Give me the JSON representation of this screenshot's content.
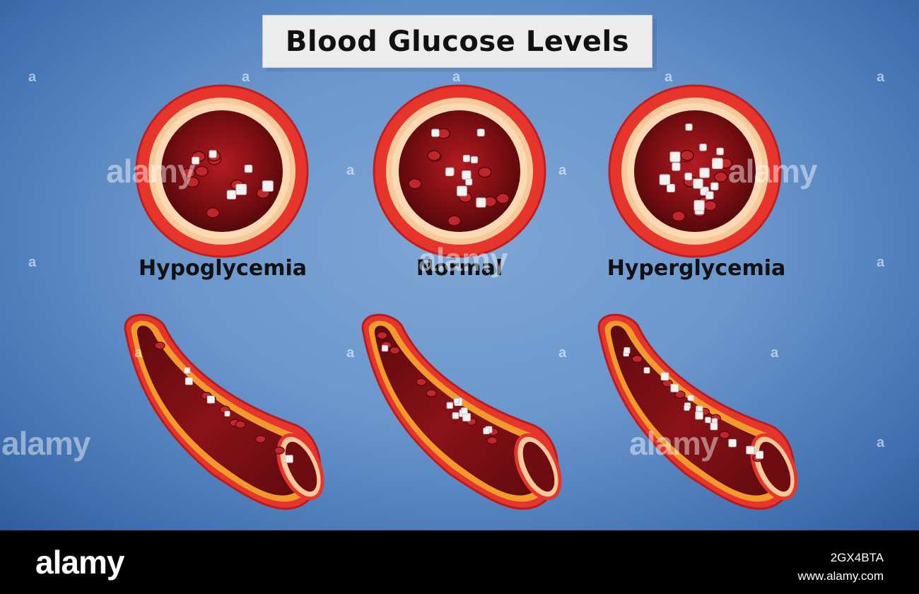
{
  "title": "Blood Glucose Levels",
  "panels": [
    {
      "label": "Hypoglycemia",
      "glucose_count_cross": 6,
      "glucose_count_vessel": 6
    },
    {
      "label": "Normal",
      "glucose_count_cross": 10,
      "glucose_count_vessel": 10
    },
    {
      "label": "Hyperglycemia",
      "glucose_count_cross": 16,
      "glucose_count_vessel": 18
    }
  ],
  "colors": {
    "background": "#6a96cc",
    "vessel_outer": "#e8352c",
    "vessel_wall": "#f7c89a",
    "blood": "#7a0e12",
    "red_cell": "#c0272d",
    "glucose": "#f2f2f2",
    "title_box": "#ececec"
  },
  "watermark": {
    "brand": "alamy",
    "letter": "a",
    "footer_logo": "alamy",
    "image_id": "2GX4BTA",
    "site": "www.alamy.com"
  }
}
